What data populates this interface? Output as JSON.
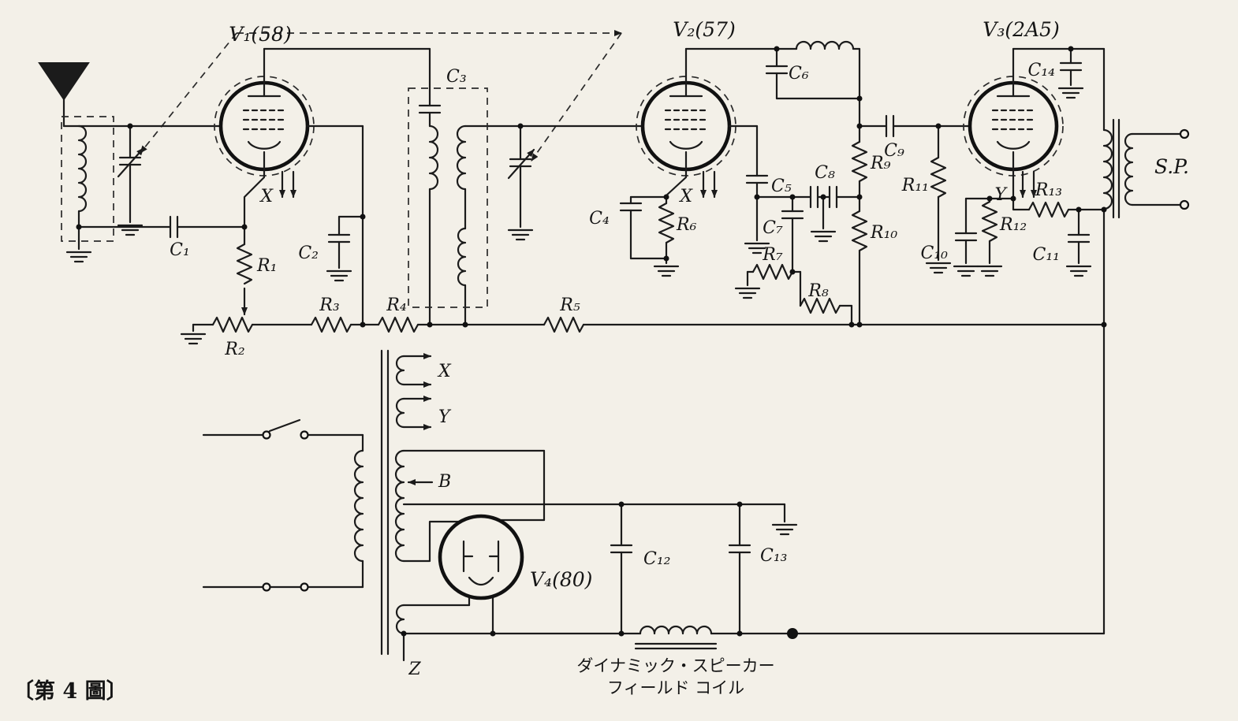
{
  "figure": {
    "caption": "〔第 4 圖〕"
  },
  "colors": {
    "paper": "#f3f0e8",
    "ink": "#1b1b1b"
  },
  "tubes": {
    "v1": "V₁(58)",
    "v2": "V₂(57)",
    "v3": "V₃(2A5)",
    "v4": "V₄(80)"
  },
  "capacitors": {
    "c1": "C₁",
    "c2": "C₂",
    "c3": "C₃",
    "c4": "C₄",
    "c5": "C₅",
    "c6": "C₆",
    "c7": "C₇",
    "c8": "C₈",
    "c9": "C₉",
    "c10": "C₁₀",
    "c11": "C₁₁",
    "c12": "C₁₂",
    "c13": "C₁₃",
    "c14": "C₁₄"
  },
  "resistors": {
    "r1": "R₁",
    "r2": "R₂",
    "r3": "R₃",
    "r4": "R₄",
    "r5": "R₅",
    "r6": "R₆",
    "r7": "R₇",
    "r8": "R₈",
    "r9": "R₉",
    "r10": "R₁₀",
    "r11": "R₁₁",
    "r12": "R₁₂",
    "r13": "R₁₃"
  },
  "heaters": {
    "v1_x": "X",
    "v2_x": "X",
    "v3_y": "Y"
  },
  "windings": {
    "x": "X",
    "y": "Y",
    "b": "B",
    "z": "Z"
  },
  "speaker": {
    "label": "S.P."
  },
  "field_coil": {
    "line1": "ダイナミック・スピーカー",
    "line2": "フィールド コイル"
  }
}
